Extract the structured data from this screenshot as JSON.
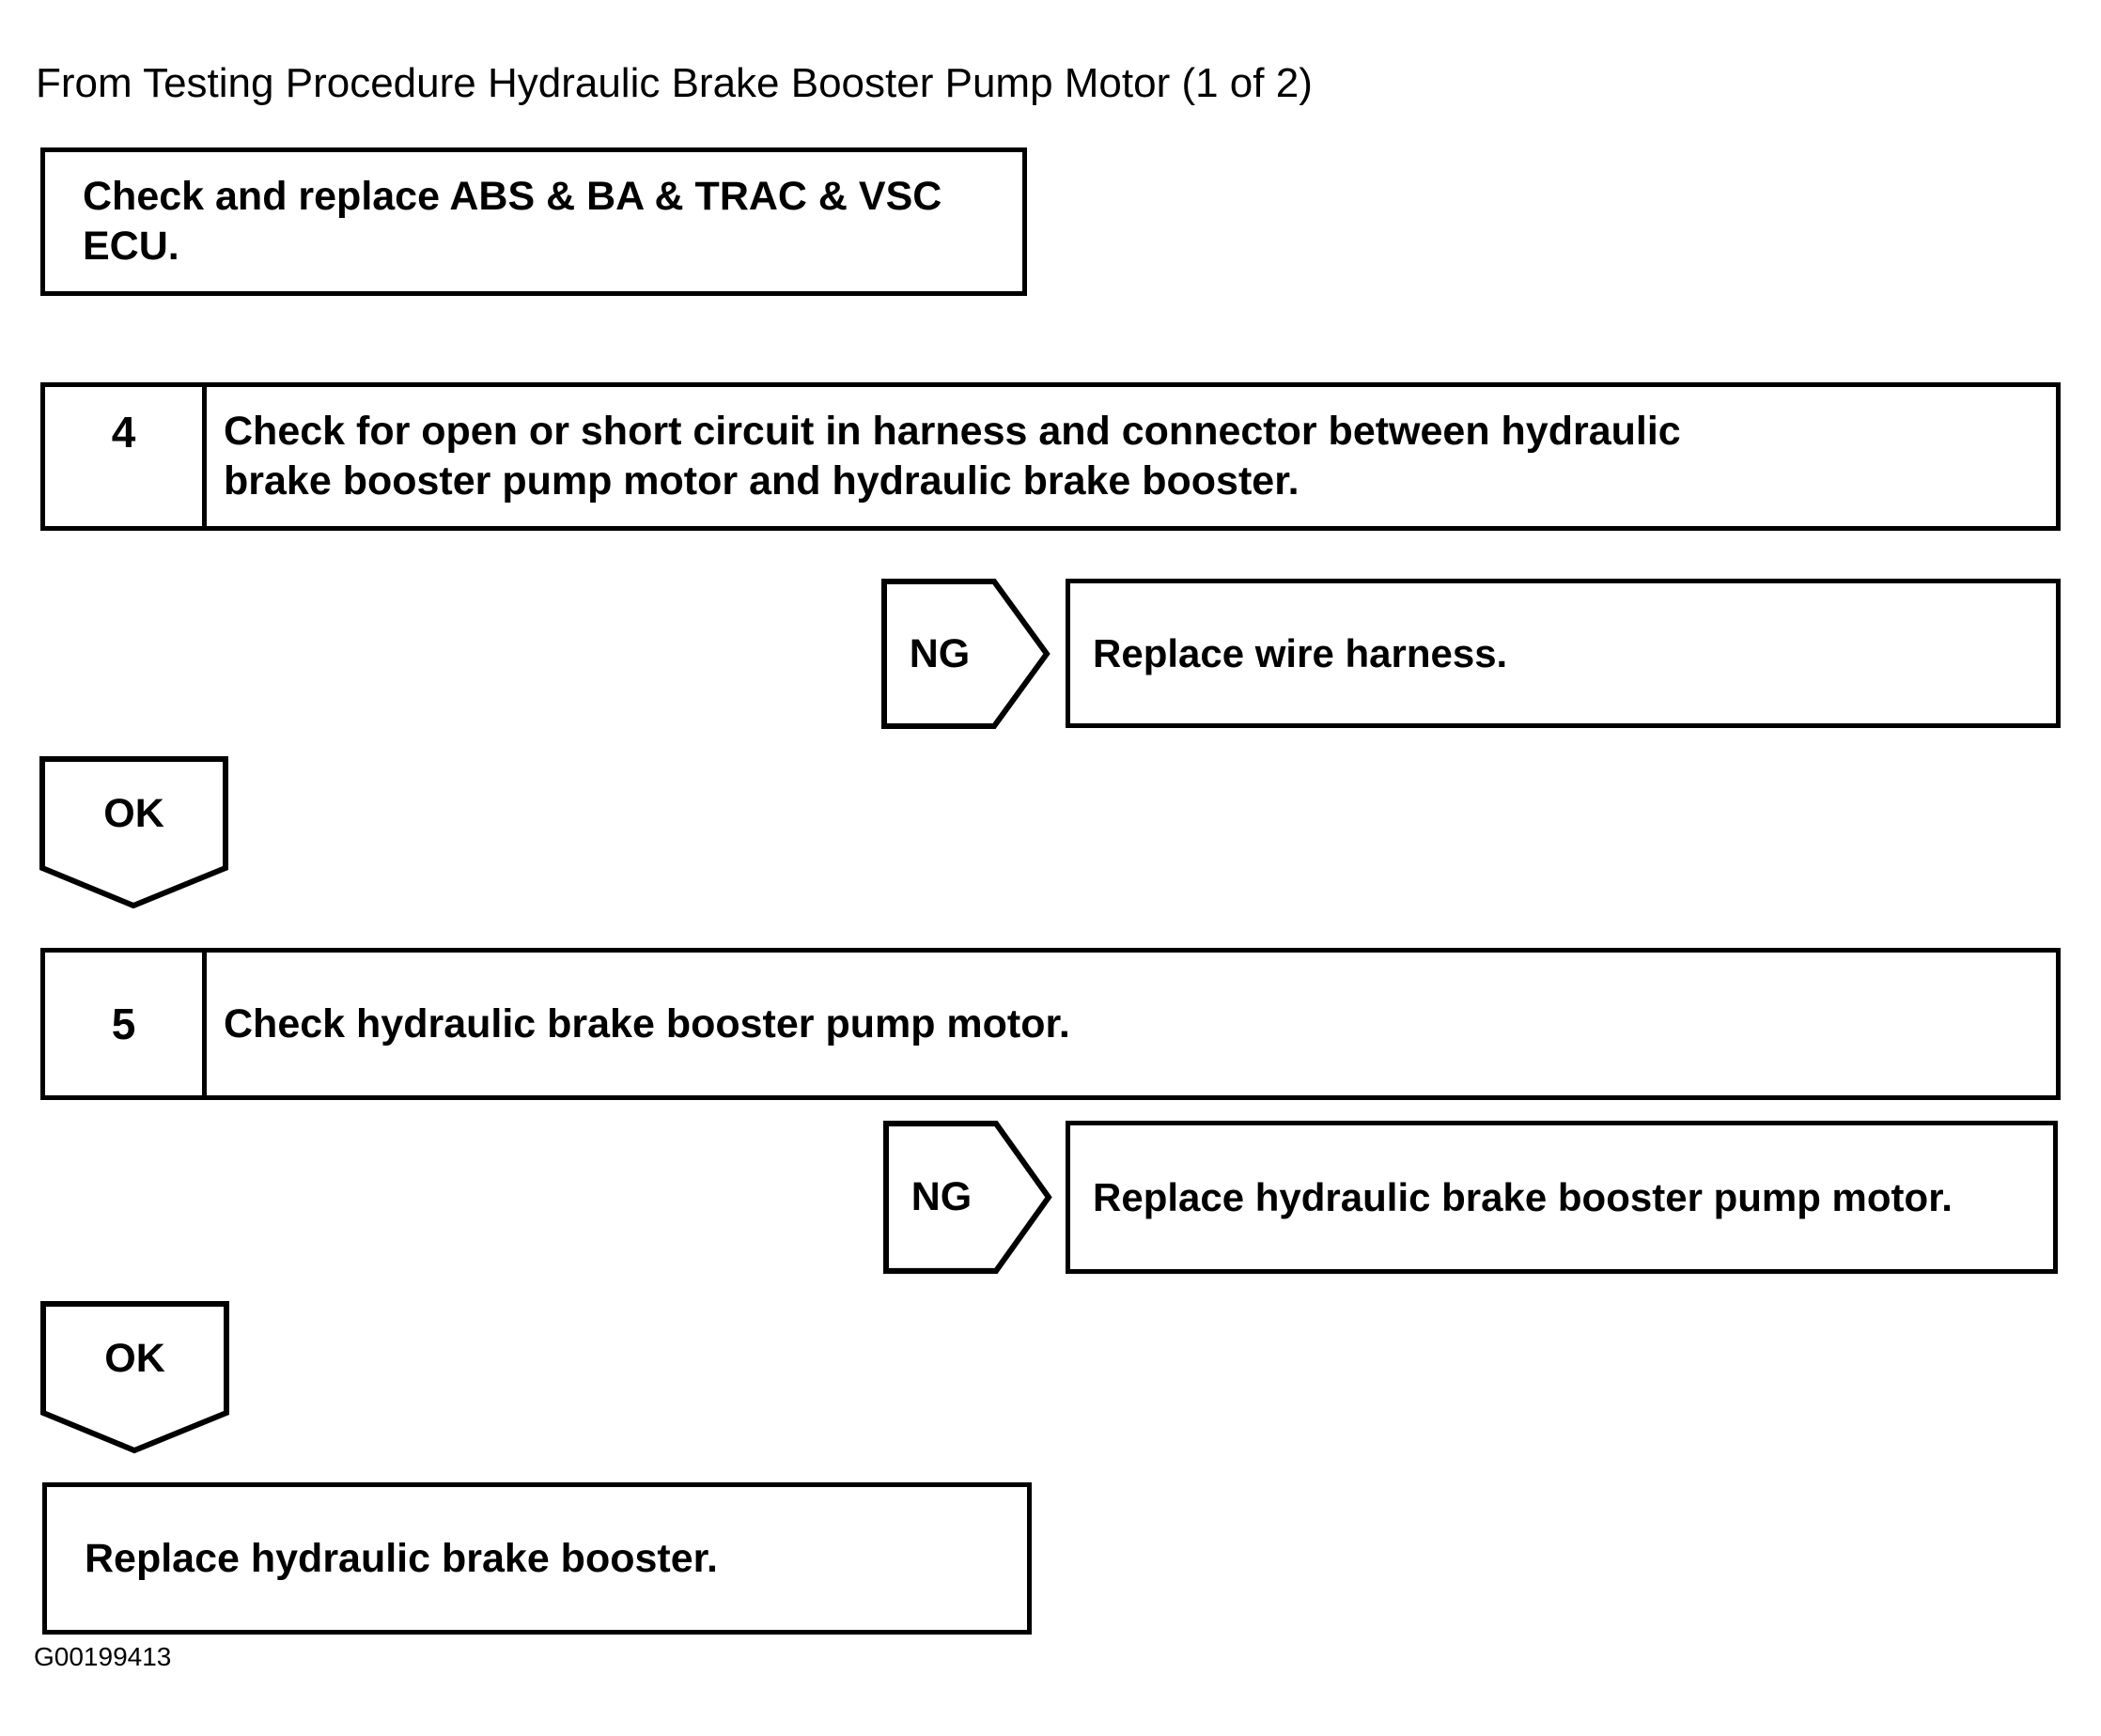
{
  "page": {
    "title": "From Testing Procedure Hydraulic Brake Booster Pump Motor (1 of 2)",
    "figure_id": "G00199413",
    "colors": {
      "ink": "#000000",
      "paper": "#ffffff"
    }
  },
  "flowchart": {
    "entry_action": {
      "text": "Check and replace ABS & BA & TRAC & VSC\nECU."
    },
    "steps": [
      {
        "number": "4",
        "instruction": "Check for open or short circuit in harness and connector between hydraulic\nbrake booster pump motor and hydraulic brake booster.",
        "ng": {
          "label": "NG",
          "result": "Replace wire harness."
        },
        "ok": {
          "label": "OK"
        }
      },
      {
        "number": "5",
        "instruction": "Check hydraulic brake booster pump motor.",
        "ng": {
          "label": "NG",
          "result": "Replace hydraulic brake booster pump motor."
        },
        "ok": {
          "label": "OK"
        }
      }
    ],
    "final_action": {
      "text": "Replace hydraulic brake booster."
    }
  }
}
